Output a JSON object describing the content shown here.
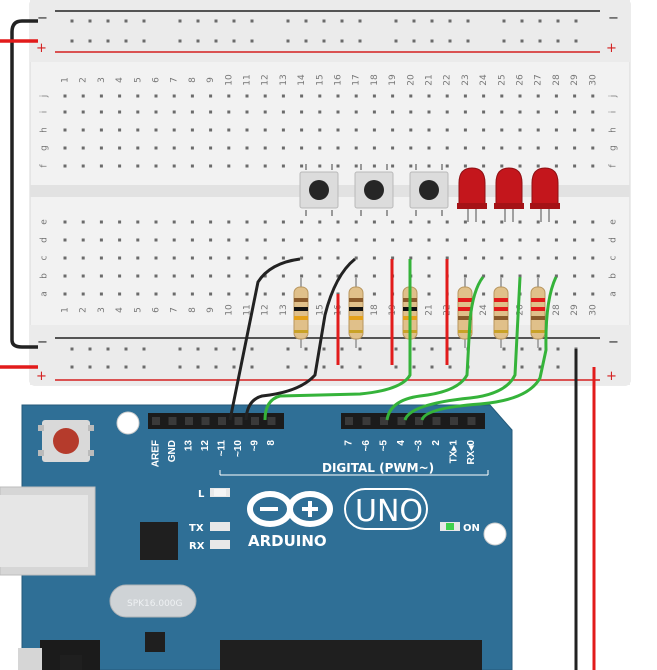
{
  "breadboard": {
    "columns": [
      "1",
      "2",
      "3",
      "4",
      "5",
      "6",
      "7",
      "8",
      "9",
      "10",
      "11",
      "12",
      "13",
      "14",
      "15",
      "16",
      "17",
      "18",
      "19",
      "20",
      "21",
      "22",
      "23",
      "24",
      "25",
      "26",
      "27",
      "28",
      "29",
      "30"
    ],
    "rows_top": [
      "j",
      "i",
      "h",
      "g",
      "f"
    ],
    "rows_bottom": [
      "e",
      "d",
      "c",
      "b",
      "a"
    ],
    "rail_minus": "−",
    "rail_plus": "+"
  },
  "arduino": {
    "board_name": "UNO",
    "brand": "ARDUINO",
    "crystal_label": "SPK16.000G",
    "header_labels_left": [
      "AREF",
      "GND",
      "13",
      "12",
      "~11",
      "~10",
      "~9",
      "8"
    ],
    "header_labels_right": [
      "7",
      "~6",
      "~5",
      "4",
      "~3",
      "2",
      "TX▸1",
      "RX◂0"
    ],
    "digital_label": "DIGITAL (PWM~)",
    "led_labels": [
      "L",
      "TX",
      "RX"
    ],
    "on_label": "ON"
  },
  "colors": {
    "board_blue": "#2f6f96",
    "wire_black": "#222222",
    "wire_red": "#e21b1b",
    "wire_green": "#35b33a",
    "led_red": "#c4161c",
    "breadboard": "#f2f2f2"
  }
}
